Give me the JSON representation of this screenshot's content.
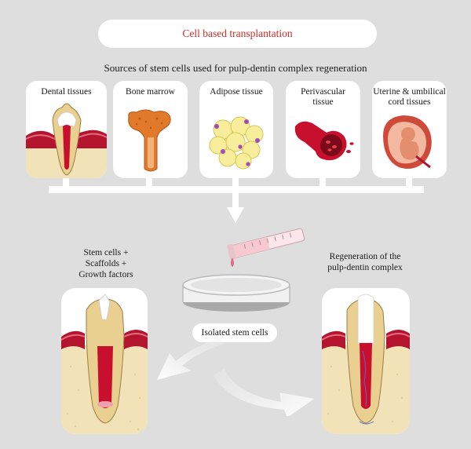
{
  "title": "Cell based transplantation",
  "subtitle": "Sources of stem cells used for pulp-dentin complex regeneration",
  "sources": [
    {
      "label": "Dental tissues",
      "icon": "tooth-icon"
    },
    {
      "label": "Bone marrow",
      "icon": "bone-icon"
    },
    {
      "label": "Adipose tissue",
      "icon": "adipose-cells-icon"
    },
    {
      "label": "Perivascular tissue",
      "icon": "blood-vessel-icon"
    },
    {
      "label": "Uterine & umbilical cord tissues",
      "icon": "fetus-in-uterus-icon"
    }
  ],
  "left_label": "Stem cells + Scaffolds + Growth factors",
  "right_label": "Regeneration of the pulp-dentin complex",
  "isolated_label": "Isolated stem cells",
  "colors": {
    "title_red": "#d42a2a",
    "background": "#dedede",
    "gum": "#b5142e",
    "bone_beige": "#f1e2b8",
    "pulp": "#c8102e",
    "bone_orange": "#e07a2a"
  }
}
